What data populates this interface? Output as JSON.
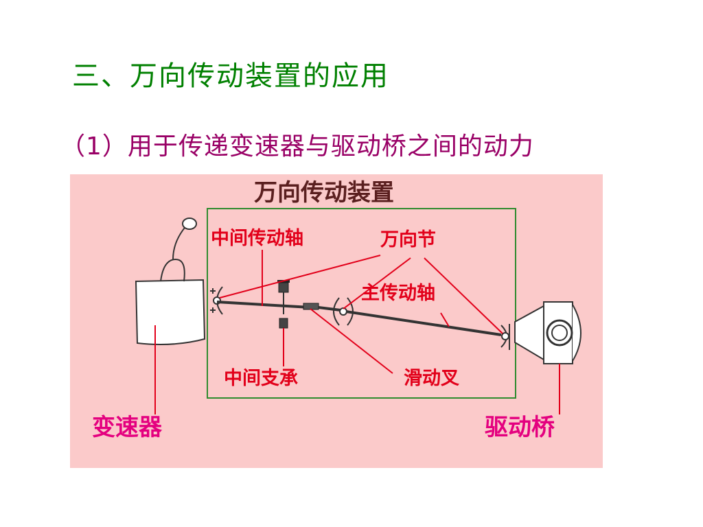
{
  "slide": {
    "title": "三、万向传动装置的应用",
    "subtitle": "（1）用于传递变速器与驱动桥之间的动力"
  },
  "diagram": {
    "heading": "万向传动装置",
    "labels": {
      "intermediate_shaft": "中间传动轴",
      "universal_joint": "万向节",
      "main_shaft": "主传动轴",
      "center_bearing": "中间支承",
      "slip_yoke": "滑动叉",
      "transmission": "变速器",
      "drive_axle": "驱动桥"
    },
    "colors": {
      "panel_bg": "#fbcaca",
      "frame": "#2e8b2e",
      "leader": "#e2001a",
      "label_dark": "#5a1f1f",
      "label_magenta": "#e4007f",
      "title_green": "#008000",
      "subtitle_purple": "#990066"
    }
  }
}
